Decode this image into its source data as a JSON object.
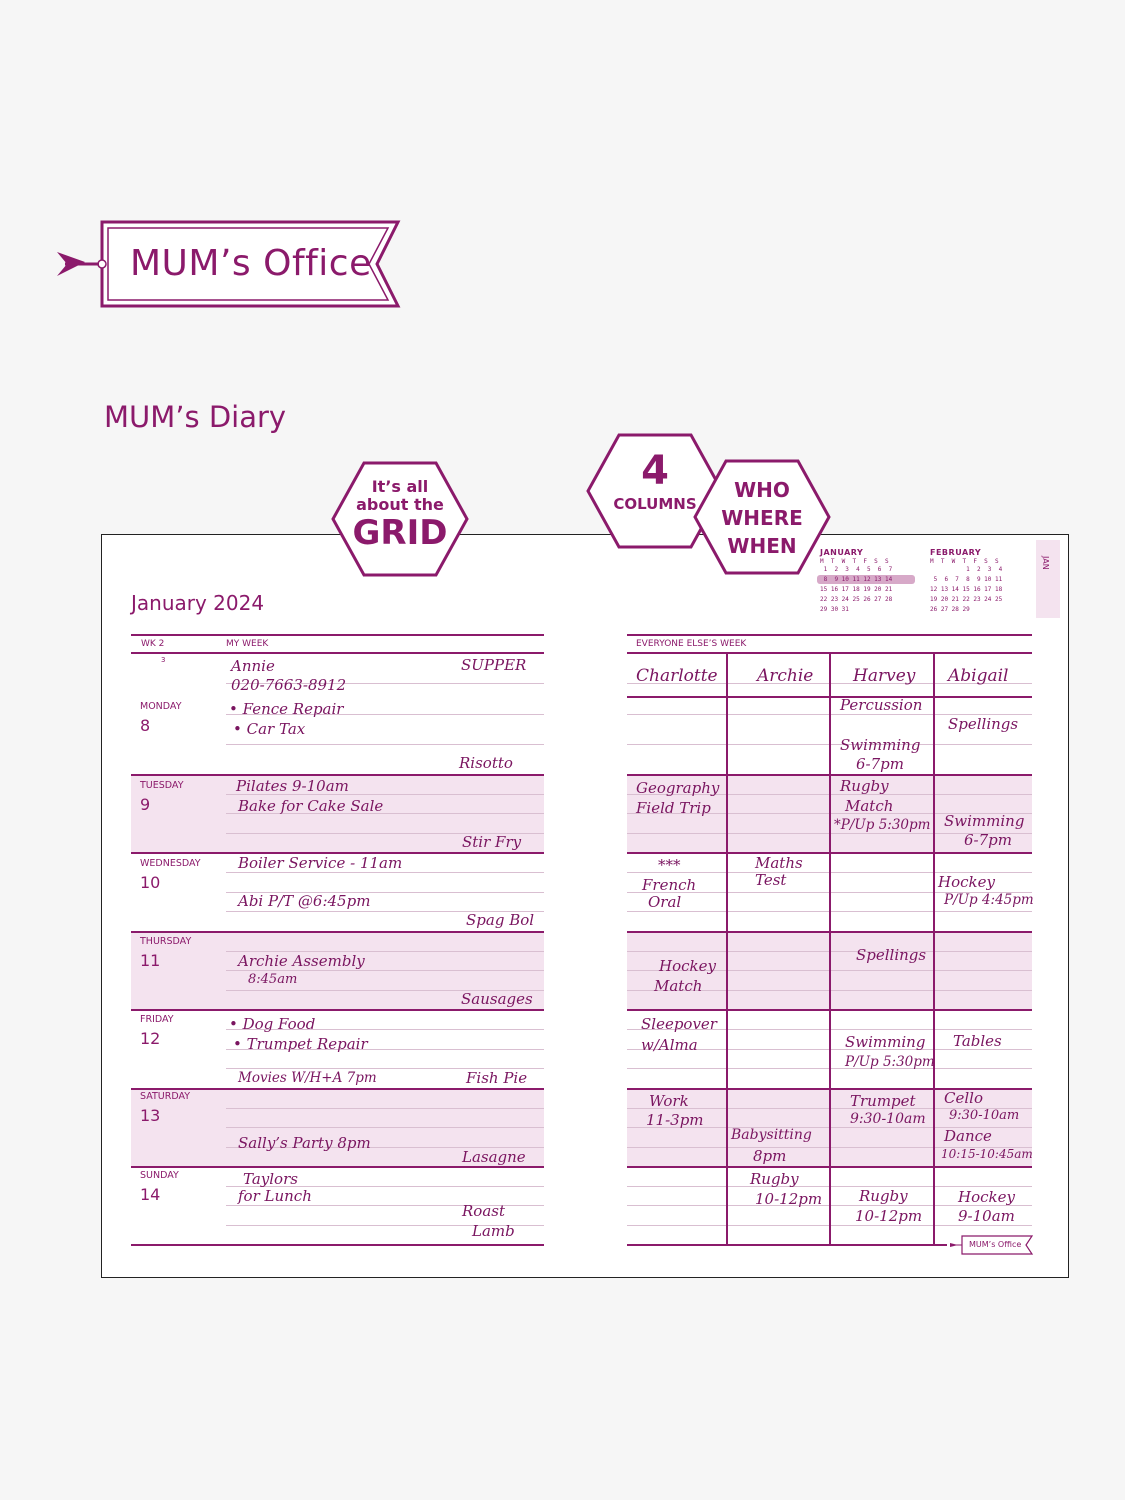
{
  "logo": {
    "text": "MUM’s Office"
  },
  "diary_title": "MUM’s Diary",
  "badges": {
    "grid": {
      "line1": "It’s all",
      "line2": "about the",
      "line3": "GRID"
    },
    "columns": {
      "number": "4",
      "label": "COLUMNS"
    },
    "who": {
      "line1": "WHO",
      "line2": "WHERE",
      "line3": "WHEN"
    }
  },
  "month_title": "January 2024",
  "left_page": {
    "week_label": "WK 2",
    "header": "MY WEEK",
    "top_cell_number": "3",
    "top_entries": [
      "Annie",
      "020-7663-8912",
      "SUPPER"
    ],
    "days": [
      {
        "name": "MONDAY",
        "num": "8",
        "entries": [
          "• Fence Repair",
          "• Car Tax"
        ],
        "meal": "Risotto"
      },
      {
        "name": "TUESDAY",
        "num": "9",
        "entries": [
          "Pilates 9-10am",
          "Bake for Cake Sale"
        ],
        "meal": "Stir Fry"
      },
      {
        "name": "WEDNESDAY",
        "num": "10",
        "entries": [
          "Boiler Service - 11am",
          "Abi P/T @6:45pm"
        ],
        "meal": "Spag Bol"
      },
      {
        "name": "THURSDAY",
        "num": "11",
        "entries": [
          "Archie Assembly",
          "8:45am"
        ],
        "meal": "Sausages"
      },
      {
        "name": "FRIDAY",
        "num": "12",
        "entries": [
          "• Dog Food",
          "• Trumpet Repair",
          "Movies W/H+A 7pm"
        ],
        "meal": "Fish Pie"
      },
      {
        "name": "SATURDAY",
        "num": "13",
        "entries": [
          "Sally’s Party 8pm"
        ],
        "meal": "Lasagne"
      },
      {
        "name": "SUNDAY",
        "num": "14",
        "entries": [
          "Taylors",
          "for Lunch"
        ],
        "meal": "Roast",
        "meal2": "Lamb"
      }
    ]
  },
  "right_page": {
    "header": "EVERYONE ELSE’S WEEK",
    "columns": [
      "Charlotte",
      "Archie",
      "Harvey",
      "Abigail"
    ],
    "cells": {
      "mon_harvey1": "Percussion",
      "mon_abigail": "Spellings",
      "mon_harvey2": "Swimming",
      "mon_harvey3": "6-7pm",
      "tue_charlotte1": "Geography",
      "tue_charlotte2": "Field Trip",
      "tue_harvey1": "Rugby",
      "tue_harvey2": "Match",
      "tue_harvey3": "*P/Up 5:30pm",
      "tue_abigail1": "Swimming",
      "tue_abigail2": "6-7pm",
      "wed_charlotte1": "***",
      "wed_charlotte2": "French",
      "wed_charlotte3": "Oral",
      "wed_archie1": "Maths",
      "wed_archie2": "Test",
      "wed_abigail1": "Hockey",
      "wed_abigail2": "P/Up 4:45pm",
      "thu_charlotte1": "Hockey",
      "thu_charlotte2": "Match",
      "thu_harvey": "Spellings",
      "fri_charlotte1": "Sleepover",
      "fri_charlotte2": "w/Alma",
      "fri_harvey1": "Swimming",
      "fri_harvey2": "P/Up 5:30pm",
      "fri_abigail": "Tables",
      "sat_charlotte1": "Work",
      "sat_charlotte2": "11-3pm",
      "sat_archie1": "Babysitting",
      "sat_archie2": "8pm",
      "sat_harvey1": "Trumpet",
      "sat_harvey2": "9:30-10am",
      "sat_abigail1": "Cello",
      "sat_abigail2": "9:30-10am",
      "sat_abigail3": "Dance",
      "sat_abigail4": "10:15-10:45am",
      "sun_archie1": "Rugby",
      "sun_archie2": "10-12pm",
      "sun_harvey1": "Rugby",
      "sun_harvey2": "10-12pm",
      "sun_abigail1": "Hockey",
      "sun_abigail2": "9-10am"
    }
  },
  "mini_calendars": {
    "january": {
      "title": "JANUARY",
      "days_header": "M  T  W  T  F  S  S",
      "rows": [
        " 1  2  3  4  5  6  7",
        " 8  9 10 11 12 13 14",
        "15 16 17 18 19 20 21",
        "22 23 24 25 26 27 28",
        "29 30 31"
      ]
    },
    "february": {
      "title": "FEBRUARY",
      "days_header": "M  T  W  T  F  S  S",
      "rows": [
        "          1  2  3  4",
        " 5  6  7  8  9 10 11",
        "12 13 14 15 16 17 18",
        "19 20 21 22 23 24 25",
        "26 27 28 29"
      ]
    }
  },
  "tab": "JAN",
  "footer_logo": "MUM’s Office",
  "colors": {
    "plum": "#8b1a6b",
    "band": "#f4e3ef"
  }
}
